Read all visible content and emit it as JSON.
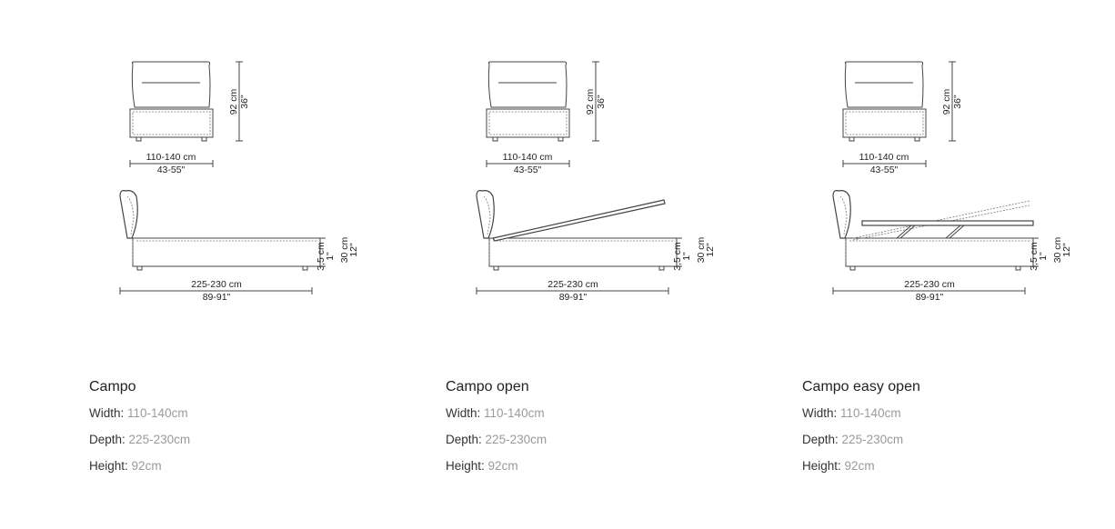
{
  "labels": {
    "front_width_cm": "110-140 cm",
    "front_width_in": "43-55\"",
    "front_height_cm": "92 cm",
    "front_height_in": "36\"",
    "side_length_cm": "225-230 cm",
    "side_length_in": "89-91\"",
    "leg_cm": "3,5 cm",
    "leg_in": "1\"",
    "base_cm": "30 cm",
    "base_in": "12\""
  },
  "products": [
    {
      "title": "Campo",
      "width_label": "Width:",
      "width_value": "110-140cm",
      "depth_label": "Depth:",
      "depth_value": "225-230cm",
      "height_label": "Height:",
      "height_value": "92cm",
      "lift": "none"
    },
    {
      "title": "Campo open",
      "width_label": "Width:",
      "width_value": "110-140cm",
      "depth_label": "Depth:",
      "depth_value": "225-230cm",
      "height_label": "Height:",
      "height_value": "92cm",
      "lift": "tilt"
    },
    {
      "title": "Campo easy open",
      "width_label": "Width:",
      "width_value": "110-140cm",
      "depth_label": "Depth:",
      "depth_value": "225-230cm",
      "height_label": "Height:",
      "height_value": "92cm",
      "lift": "easy"
    }
  ]
}
